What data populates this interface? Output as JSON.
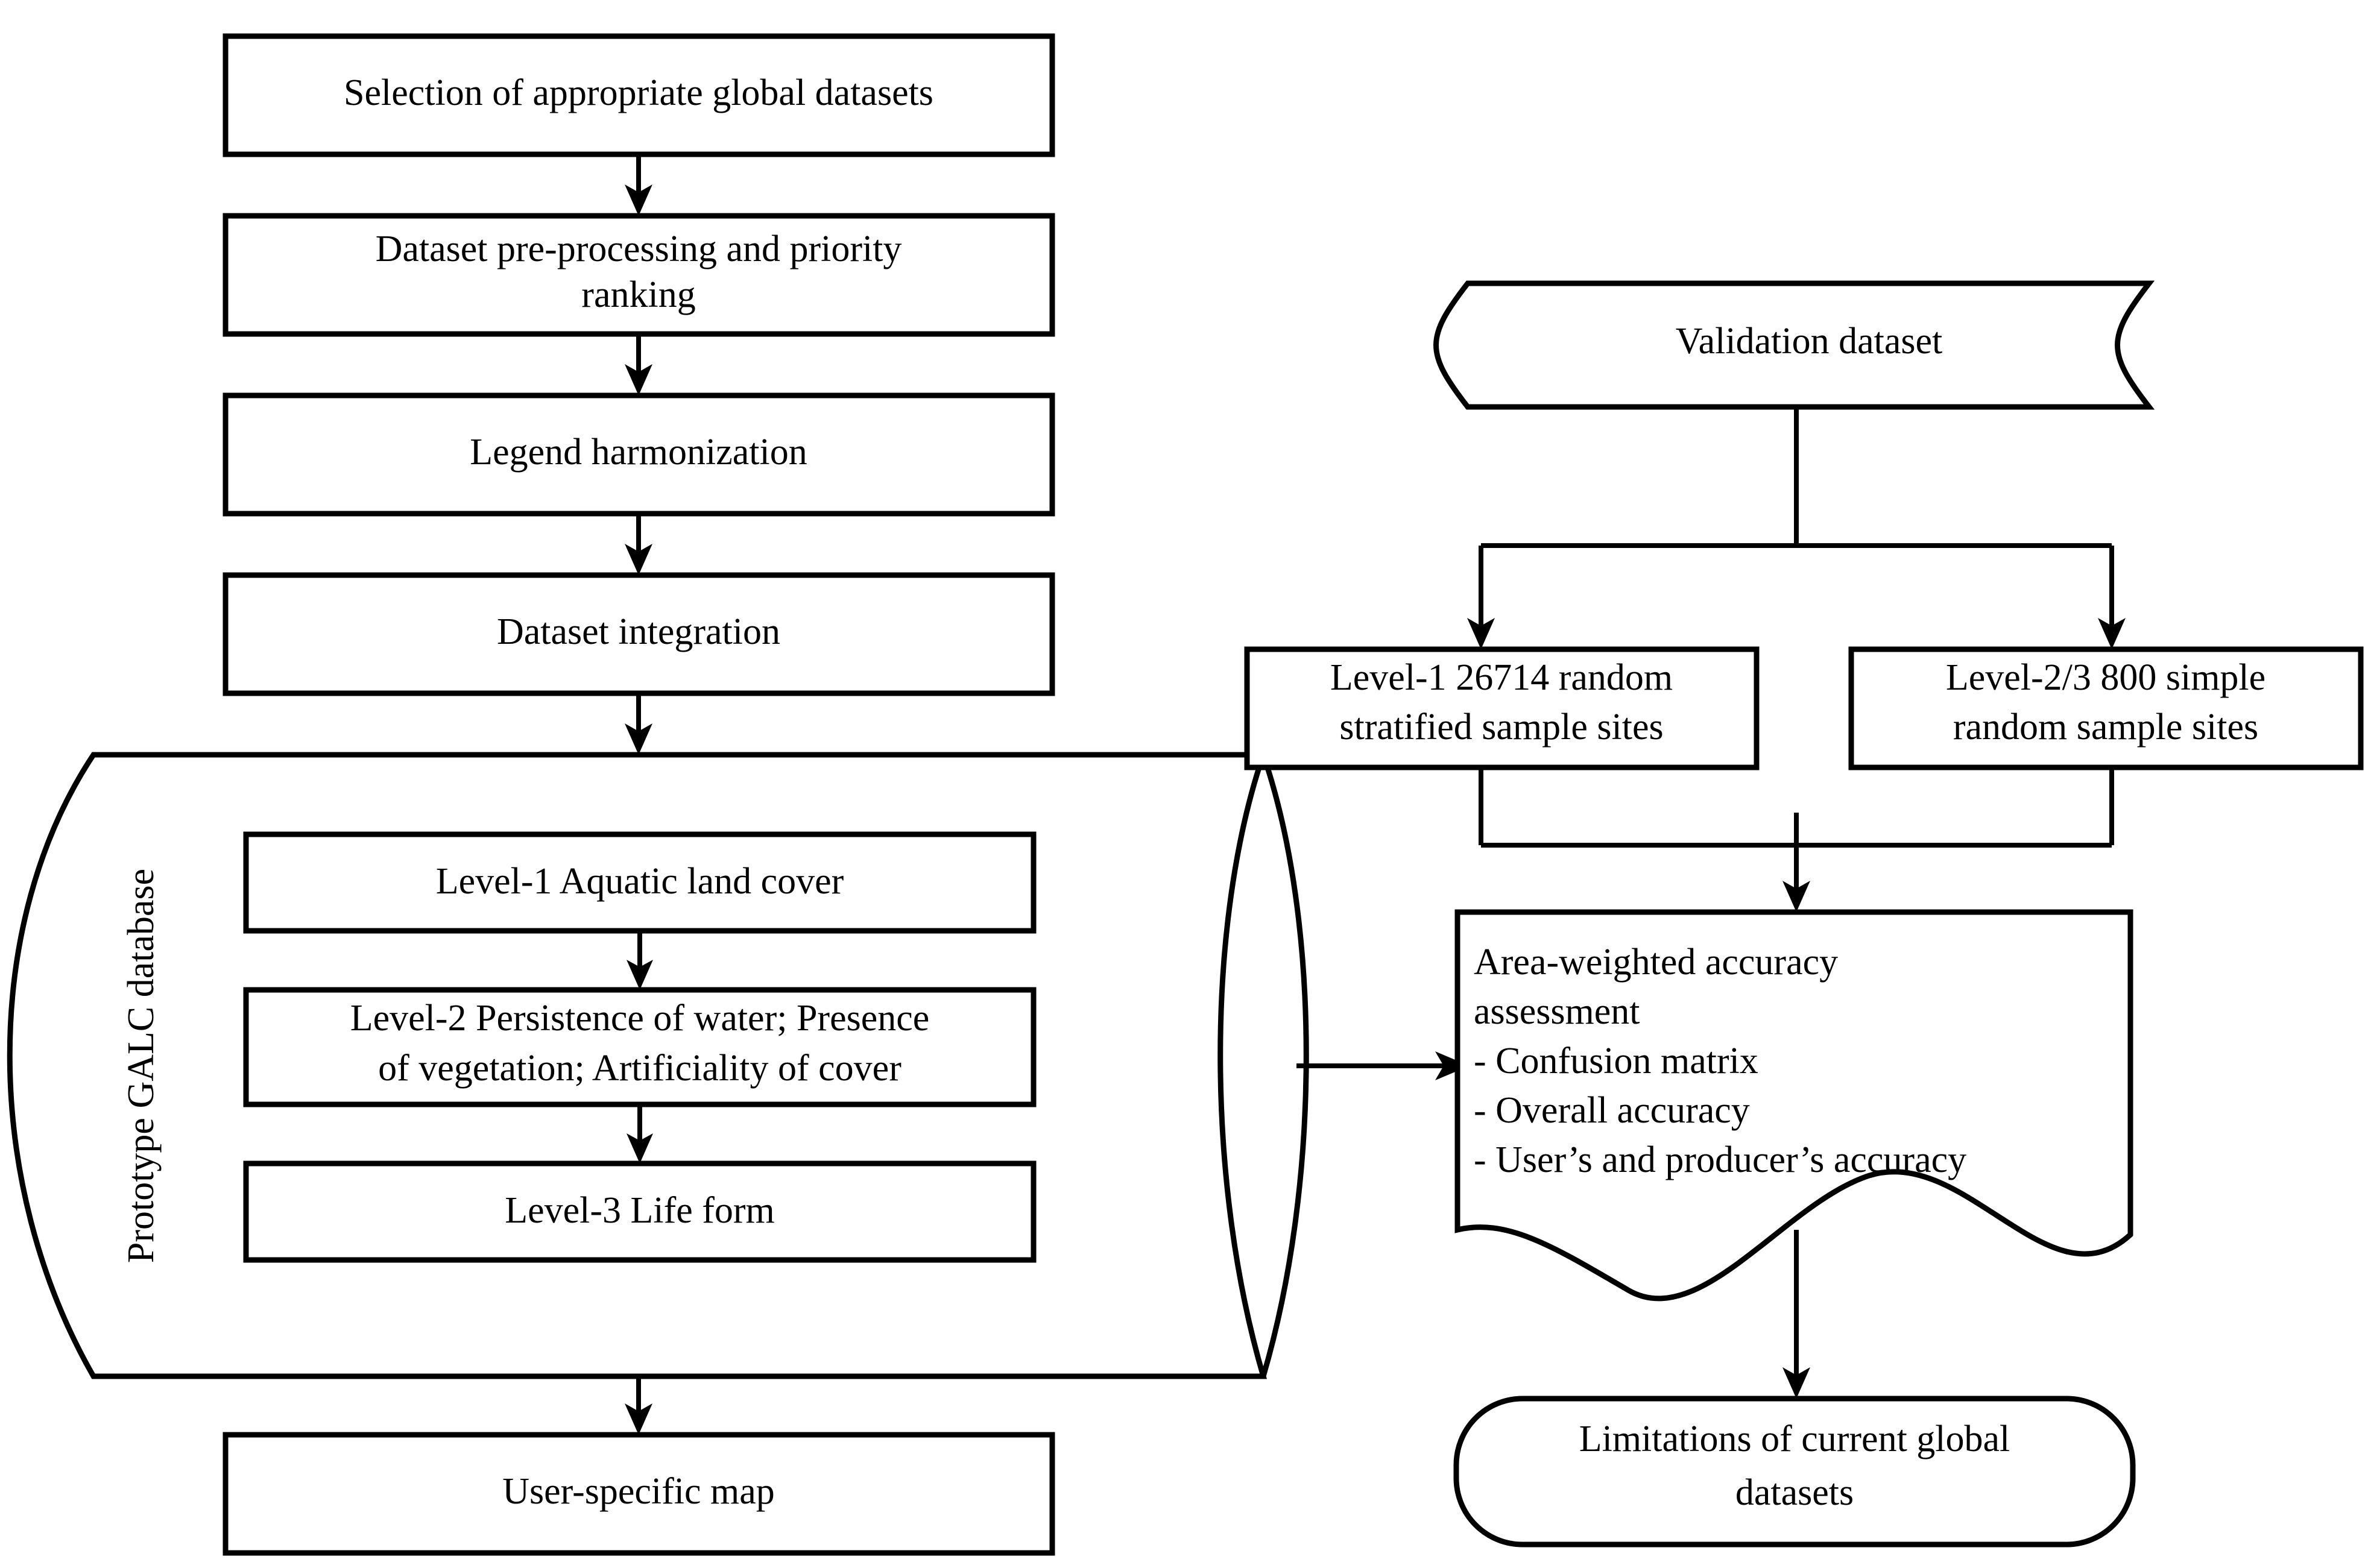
{
  "diagram": {
    "title": "GALC prototype database workflow and validation flowchart",
    "colors": {
      "stroke": "#000000",
      "fill": "#ffffff",
      "text": "#000000"
    },
    "left_branch": {
      "nodes": [
        {
          "id": "selection",
          "shape": "rectangle",
          "lines": [
            "Selection of appropriate global datasets"
          ]
        },
        {
          "id": "preprocessing",
          "shape": "rectangle",
          "lines": [
            "Dataset pre-processing and priority",
            "ranking"
          ]
        },
        {
          "id": "harmonization",
          "shape": "rectangle",
          "lines": [
            "Legend harmonization"
          ]
        },
        {
          "id": "integration",
          "shape": "rectangle",
          "lines": [
            "Dataset integration"
          ]
        },
        {
          "id": "database",
          "shape": "cylinder",
          "lines": [
            "Prototype GALC database"
          ]
        },
        {
          "id": "level1",
          "shape": "rectangle",
          "lines": [
            "Level-1 Aquatic land cover"
          ]
        },
        {
          "id": "level2",
          "shape": "rectangle",
          "lines": [
            "Level-2 Persistence of water; Presence",
            "of vegetation; Artificiality of cover"
          ]
        },
        {
          "id": "level3",
          "shape": "rectangle",
          "lines": [
            "Level-3 Life form"
          ]
        },
        {
          "id": "usermap",
          "shape": "rectangle",
          "lines": [
            "User-specific map"
          ]
        }
      ]
    },
    "right_branch": {
      "nodes": [
        {
          "id": "validation",
          "shape": "tape",
          "lines": [
            "Validation dataset"
          ]
        },
        {
          "id": "samples_l1",
          "shape": "rectangle",
          "lines": [
            "Level-1 26714 random",
            "stratified sample sites"
          ]
        },
        {
          "id": "samples_l23",
          "shape": "rectangle",
          "lines": [
            "Level-2/3 800 simple",
            "random sample sites"
          ]
        },
        {
          "id": "assessment",
          "shape": "document",
          "lines": [
            "Area-weighted accuracy",
            "assessment",
            "- Confusion matrix",
            "- Overall accuracy",
            "- User’s and producer’s accuracy"
          ]
        },
        {
          "id": "limitations",
          "shape": "stadium",
          "lines": [
            "Limitations of current global",
            "datasets"
          ]
        }
      ]
    },
    "edges": [
      {
        "from": "selection",
        "to": "preprocessing",
        "type": "vertical-arrow"
      },
      {
        "from": "preprocessing",
        "to": "harmonization",
        "type": "vertical-arrow"
      },
      {
        "from": "harmonization",
        "to": "integration",
        "type": "vertical-arrow"
      },
      {
        "from": "integration",
        "to": "database",
        "type": "vertical-arrow"
      },
      {
        "from": "level1",
        "to": "level2",
        "type": "vertical-arrow"
      },
      {
        "from": "level2",
        "to": "level3",
        "type": "vertical-arrow"
      },
      {
        "from": "database",
        "to": "usermap",
        "type": "vertical-arrow"
      },
      {
        "from": "database",
        "to": "assessment",
        "type": "horizontal-arrow"
      },
      {
        "from": "validation",
        "to": "samples_l1",
        "type": "split-arrow"
      },
      {
        "from": "validation",
        "to": "samples_l23",
        "type": "split-arrow"
      },
      {
        "from": "samples_l1",
        "to": "assessment",
        "type": "merge-arrow"
      },
      {
        "from": "samples_l23",
        "to": "assessment",
        "type": "merge-arrow"
      },
      {
        "from": "assessment",
        "to": "limitations",
        "type": "vertical-arrow"
      }
    ]
  }
}
